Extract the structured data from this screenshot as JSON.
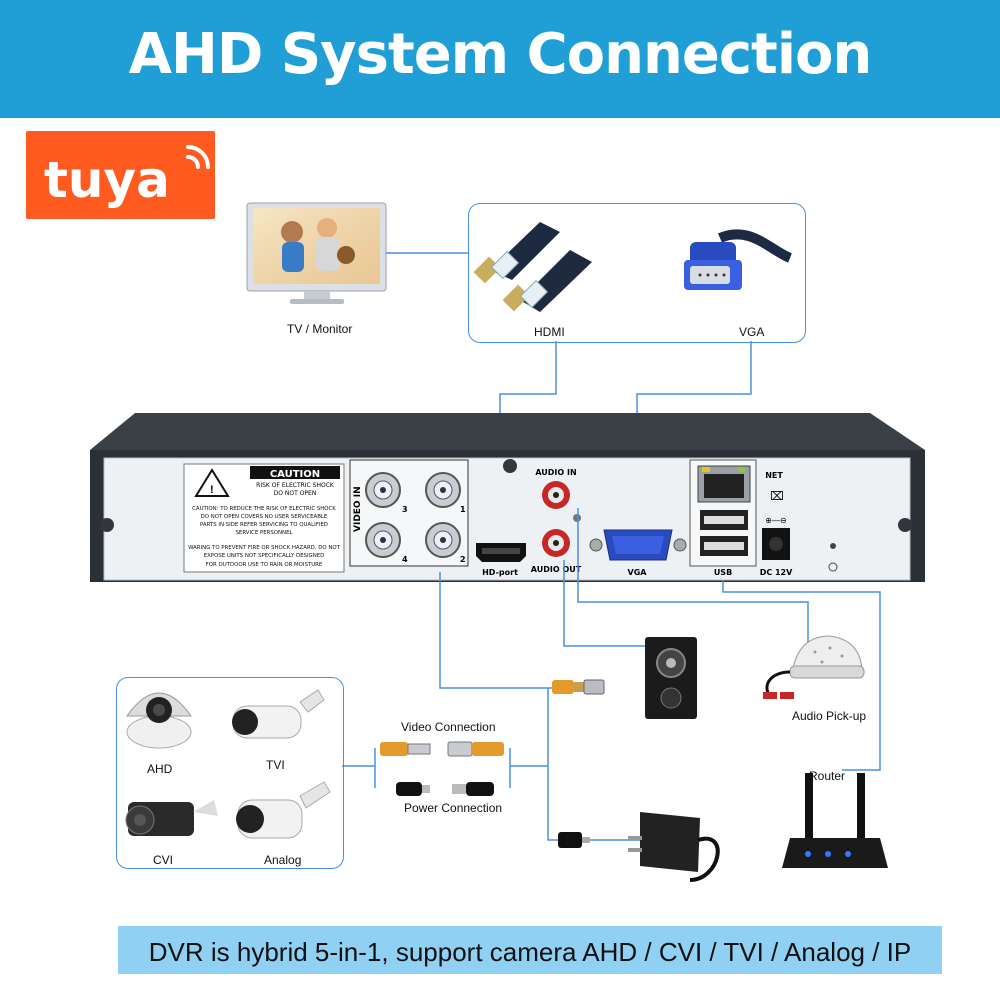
{
  "header": {
    "title": "AHD System Connection"
  },
  "brand": {
    "logo_text": "tuya",
    "color": "#ff5a1f"
  },
  "colors": {
    "header": "#1f9fd6",
    "footer": "#8fd0f3",
    "line": "#4a90e2",
    "chassis": "#2b2f36"
  },
  "display": {
    "label": "TV / Monitor"
  },
  "display_cables": {
    "hdmi_label": "HDMI",
    "vga_label": "VGA"
  },
  "dvr_panel": {
    "caution_title": "CAUTION",
    "caution_sub1": "RISK OF ELECTRIC SHOCK",
    "caution_sub2": "DO NOT OPEN",
    "caution_lines": [
      "CAUTION: TO REDUCE THE RISK OF ELECTRIC SHOCK",
      "DO NOT OPEN COVERS NO USER SERVICEABLE",
      "PARTS IN SIDE REFER SERVICING TO QUALIFIED",
      "SERVICE PERSONNEL",
      "WARING TO PREVENT FIRE OR SHOCK HAZARD, DO NOT",
      "EXPOSE UNITS NOT SPECIFICALLY DESIGNED",
      "FOR OUTDOOR USE TO RAIN OR MOISTURE"
    ],
    "video_in_label": "VIDEO IN",
    "channels": [
      "3",
      "1",
      "4",
      "2"
    ],
    "hd_port_label": "HD-port",
    "audio_in_label": "AUDIO IN",
    "audio_out_label": "AUDIO OUT",
    "vga_label": "VGA",
    "net_label": "NET",
    "usb_label": "USB",
    "dc_label": "DC 12V"
  },
  "cameras": {
    "items": [
      {
        "label": "AHD",
        "icon": "dome-camera-icon"
      },
      {
        "label": "TVI",
        "icon": "bullet-camera-icon"
      },
      {
        "label": "CVI",
        "icon": "bullet-camera-icon"
      },
      {
        "label": "Analog",
        "icon": "bullet-camera-icon"
      }
    ]
  },
  "connections": {
    "video_label": "Video Connection",
    "power_label": "Power Connection"
  },
  "peripherals": {
    "pickup_label": "Audio Pick-up",
    "router_label": "Router"
  },
  "footer": {
    "text": "DVR is hybrid 5-in-1, support camera AHD / CVI / TVI / Analog / IP"
  }
}
